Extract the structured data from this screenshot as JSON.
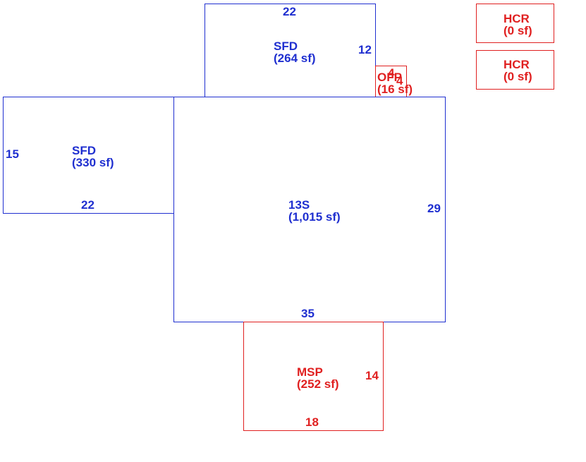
{
  "colors": {
    "blue": "#1f2fd0",
    "red": "#e02020",
    "background": "#ffffff"
  },
  "areas": {
    "sfd_top": {
      "code": "SFD",
      "area": "(264 sf)",
      "dims": {
        "top": "22",
        "right": "12"
      }
    },
    "ofp": {
      "code": "OFP",
      "area": "(16 sf)",
      "dims": {
        "top": "4",
        "right": "4"
      }
    },
    "hcr_1": {
      "code": "HCR",
      "area": "(0 sf)"
    },
    "hcr_2": {
      "code": "HCR",
      "area": "(0 sf)"
    },
    "sfd_left": {
      "code": "SFD",
      "area": "(330 sf)",
      "dims": {
        "left": "15",
        "bottom": "22"
      }
    },
    "main": {
      "code": "13S",
      "area": "(1,015 sf)",
      "dims": {
        "right": "29",
        "bottom": "35"
      }
    },
    "msp": {
      "code": "MSP",
      "area": "(252 sf)",
      "dims": {
        "right": "14",
        "bottom": "18"
      }
    }
  }
}
